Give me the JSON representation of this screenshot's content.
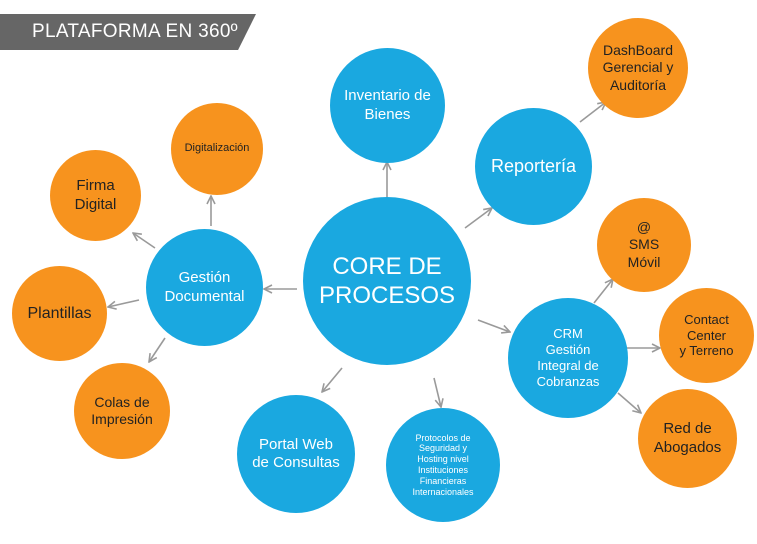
{
  "banner": {
    "title": "PLATAFORMA EN 360º"
  },
  "colors": {
    "hub": "#1aa8e0",
    "leaf": "#f7931e",
    "arrow": "#9a9a9a",
    "banner": "#666666"
  },
  "nodes": {
    "core": "CORE DE\nPROCESOS",
    "inventario": "Inventario de\nBienes",
    "reporteria": "Reportería",
    "dashboard": "DashBoard\nGerencial y\nAuditoría",
    "gestion": "Gestión\nDocumental",
    "digitalizacion": "Digitalización",
    "firma": "Firma\nDigital",
    "plantillas": "Plantillas",
    "colas": "Colas de\nImpresión",
    "portal": "Portal Web\nde Consultas",
    "protocolos": "Protocolos de\nSeguridad y\nHosting nivel\nInstituciones\nFinancieras\nInternacionales",
    "crm": "CRM\nGestión\nIntegral de\nCobranzas",
    "sms": "@\nSMS\nMóvil",
    "contact": "Contact\nCenter\ny Terreno",
    "abogados": "Red de\nAbogados"
  }
}
